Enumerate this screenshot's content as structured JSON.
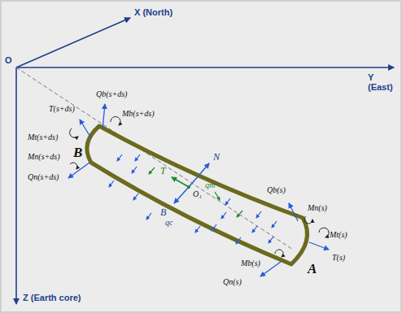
{
  "diagram": {
    "labels": [
      "X (North)",
      "O",
      "Y (East)",
      "Z (Earth core)",
      "T(s+ds)",
      "Qb(s+ds)",
      "Mb(s+ds)",
      "Mt(s+ds)",
      "B",
      "Mn(s+ds)",
      "Qn(s+ds)",
      "T⃗",
      "N⃗",
      "B⃗",
      "O₁",
      "qm",
      "qc",
      "Qb(s)",
      "Mn(s)",
      "Mt(s)",
      "T(s)",
      "A",
      "Mb(s)",
      "Qn(s)"
    ]
  }
}
